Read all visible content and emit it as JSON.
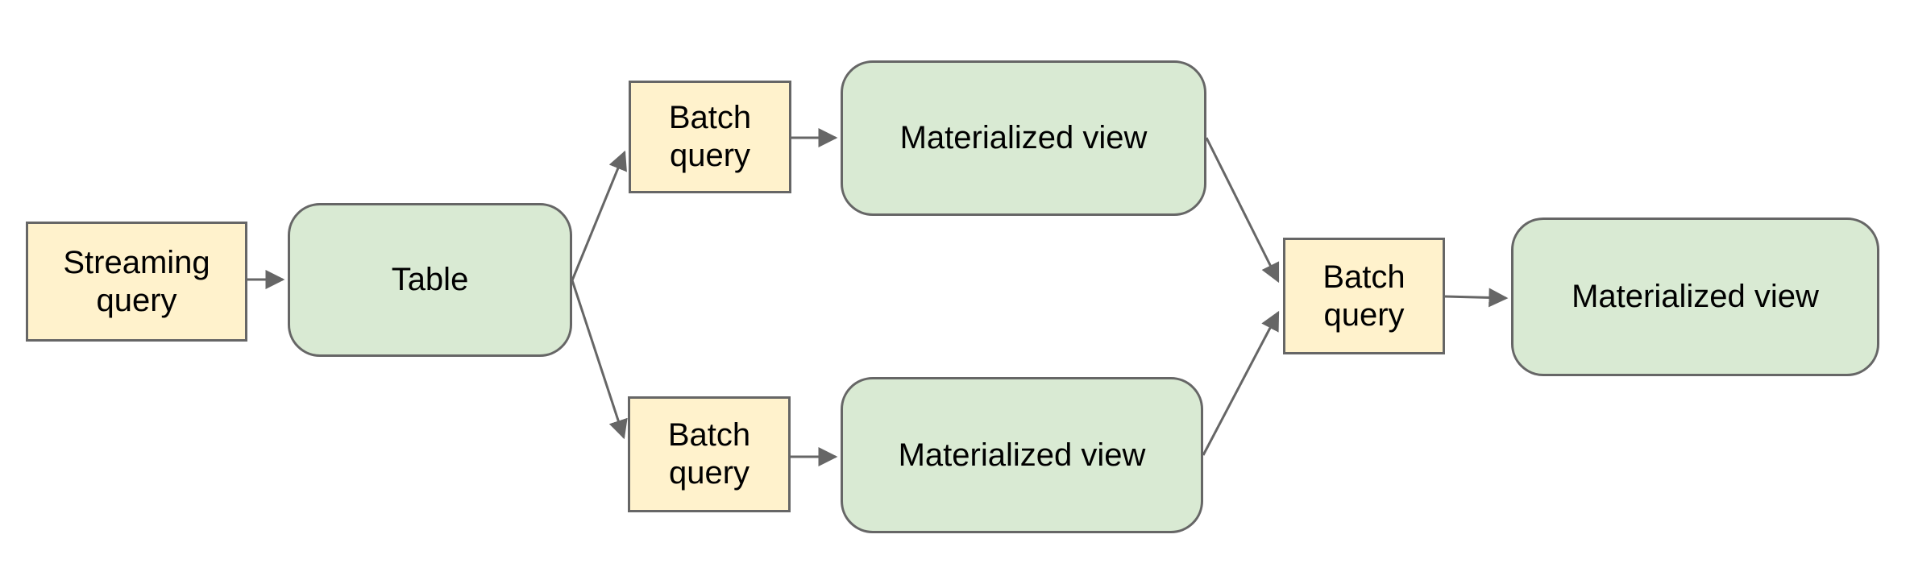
{
  "palette": {
    "query_box_fill": "#fff2cc",
    "store_box_fill": "#d9ead3",
    "border_color": "#666666",
    "arrow_color": "#666666",
    "text_color": "#000000",
    "background": "#ffffff"
  },
  "nodes": {
    "streaming_query": {
      "label": "Streaming query",
      "kind": "query"
    },
    "table": {
      "label": "Table",
      "kind": "store"
    },
    "batch_query_top": {
      "label": "Batch query",
      "kind": "query"
    },
    "materialized_view_top": {
      "label": "Materialized view",
      "kind": "store"
    },
    "batch_query_bottom": {
      "label": "Batch query",
      "kind": "query"
    },
    "materialized_view_bottom": {
      "label": "Materialized view",
      "kind": "store"
    },
    "batch_query_right": {
      "label": "Batch query",
      "kind": "query"
    },
    "materialized_view_right": {
      "label": "Materialized view",
      "kind": "store"
    }
  },
  "edges": [
    {
      "from": "streaming_query",
      "to": "table"
    },
    {
      "from": "table",
      "to": "batch_query_top"
    },
    {
      "from": "table",
      "to": "batch_query_bottom"
    },
    {
      "from": "batch_query_top",
      "to": "materialized_view_top"
    },
    {
      "from": "batch_query_bottom",
      "to": "materialized_view_bottom"
    },
    {
      "from": "materialized_view_top",
      "to": "batch_query_right"
    },
    {
      "from": "materialized_view_bottom",
      "to": "batch_query_right"
    },
    {
      "from": "batch_query_right",
      "to": "materialized_view_right"
    }
  ]
}
